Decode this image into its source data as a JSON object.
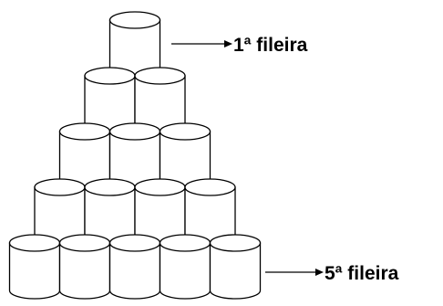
{
  "figure": {
    "rows": [
      1,
      2,
      3,
      4,
      5
    ],
    "colors": {
      "stroke": "#000000",
      "fill": "#ffffff"
    }
  },
  "labels": {
    "top": "1ª fileira",
    "bottom": "5ª fileira"
  }
}
